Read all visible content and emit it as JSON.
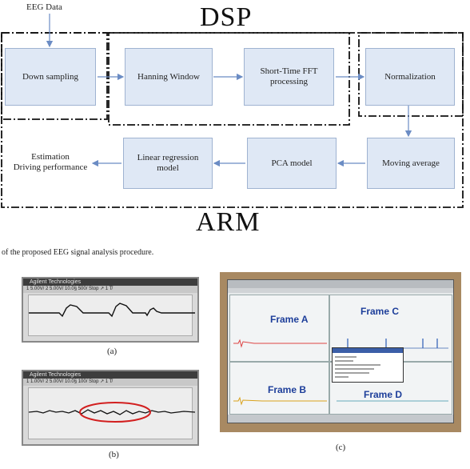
{
  "diagram": {
    "input_label": "EEG Data",
    "dsp_label": "DSP",
    "arm_label": "ARM",
    "boxes": {
      "down_sampling": "Down sampling",
      "hanning": "Hanning Window",
      "stfft": "Short-Time FFT processing",
      "normalization": "Normalization",
      "moving_average": "Moving average",
      "pca": "PCA model",
      "linear_regression": "Linear regression model"
    },
    "output_label_1": "Estimation",
    "output_label_2": "Driving performance",
    "caption": "of the proposed EEG signal analysis procedure."
  },
  "photos": {
    "scope_brand": "Agilent Technologies",
    "scope_status": "1 5.00V/  2 5.00V/        10.0§   500/  Stop  ↗ 1  T̸",
    "scope_status_b": "1 1.00V/  2 5.00V/        10.0§   100/  Stop  ↗ 1  T̸",
    "caption_a": "(a)",
    "caption_b": "(b)",
    "caption_c": "(c)",
    "frame_a": "Frame A",
    "frame_b": "Frame B",
    "frame_c": "Frame C",
    "frame_d": "Frame D"
  },
  "colors": {
    "box_fill": "#dfe8f5",
    "arrow": "#6b8cc4",
    "frame_label": "#1d3e9a",
    "ellipse": "#d21f1f"
  }
}
